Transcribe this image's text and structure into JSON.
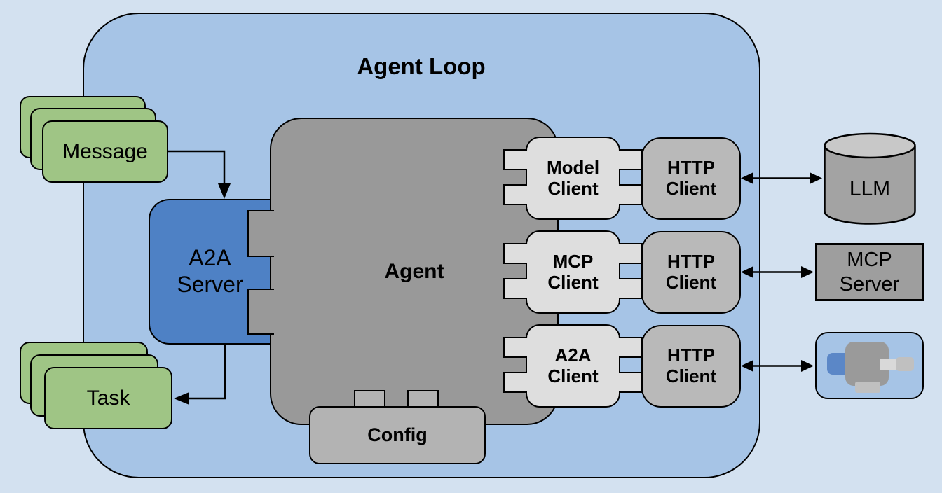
{
  "title": "Agent Loop",
  "nodes": {
    "message": "Message",
    "task": "Task",
    "a2a_server": {
      "line1": "A2A",
      "line2": "Server"
    },
    "agent": "Agent",
    "config": "Config",
    "llm": "LLM",
    "mcp_server": {
      "line1": "MCP",
      "line2": "Server"
    }
  },
  "client_rows": [
    {
      "client": {
        "line1": "Model",
        "line2": "Client"
      },
      "http": {
        "line1": "HTTP",
        "line2": "Client"
      }
    },
    {
      "client": {
        "line1": "MCP",
        "line2": "Client"
      },
      "http": {
        "line1": "HTTP",
        "line2": "Client"
      }
    },
    {
      "client": {
        "line1": "A2A",
        "line2": "Client"
      },
      "http": {
        "line1": "HTTP",
        "line2": "Client"
      }
    }
  ],
  "colors": {
    "outer_bg": "#d3e1f0",
    "loop_fill": "#a6c4e6",
    "card_green": "#9fc585",
    "server_blue": "#4e81c5",
    "agent_gray": "#999999",
    "client_light": "#dedede",
    "client_medium": "#b9b9b9",
    "config_gray": "#b3b3b3",
    "mcp_gray": "#9e9e9e",
    "cylinder_body": "#a3a3a3",
    "cylinder_top": "#c8c8c8",
    "outline": "#000000"
  }
}
